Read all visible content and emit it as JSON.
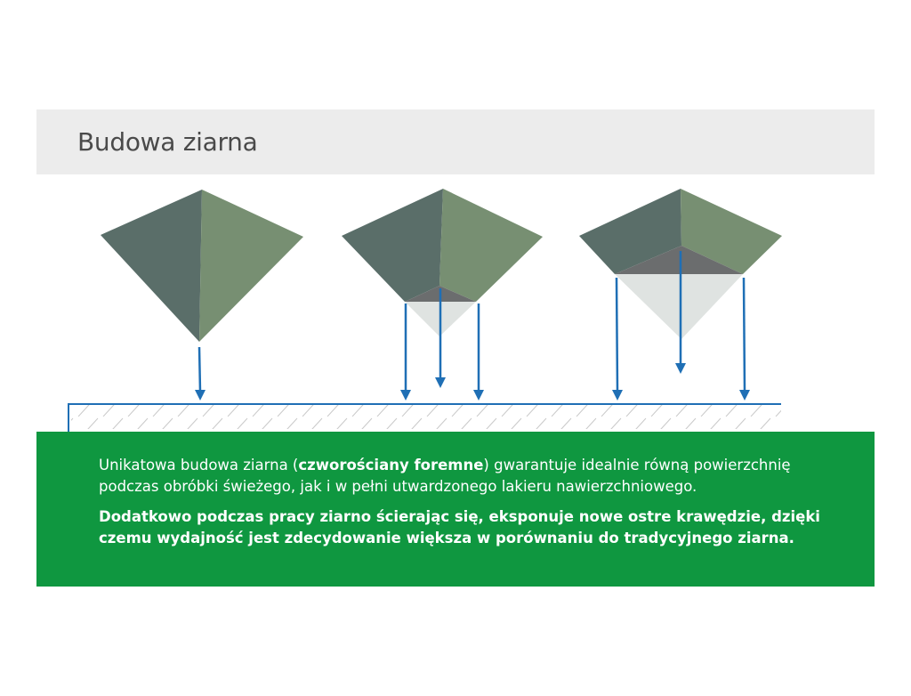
{
  "header": {
    "title": "Budowa ziarna"
  },
  "diagram": {
    "icons": {
      "grain": "tetrahedron-grain-icon",
      "arrow": "down-arrow-icon",
      "surface": "hatched-surface-icon"
    },
    "colors": {
      "face_dark": "#5a6e69",
      "face_light": "#778f72",
      "wear_face": "#6b6d6e",
      "worn_ghost": "#dfe3e1",
      "arrow": "#1f6fb5",
      "surface_line": "#1f6fb5",
      "hatch": "#c9c9c9"
    }
  },
  "info": {
    "text_prefix": "Unikatowa budowa ziarna (",
    "text_bold": "czworościany foremne",
    "text_suffix": ") gwarantuje idealnie równą powierzchnię podczas obróbki świeżego, jak i w pełni utwardzonego lakieru nawierzchniowego.",
    "text_strong": "Dodatkowo podczas pracy ziarno ścierając się, eksponuje nowe ostre krawędzie, dzięki czemu wydajność jest zdecydowanie większa w porównaniu do tradycyjnego ziarna.",
    "background": "#0f9740"
  }
}
